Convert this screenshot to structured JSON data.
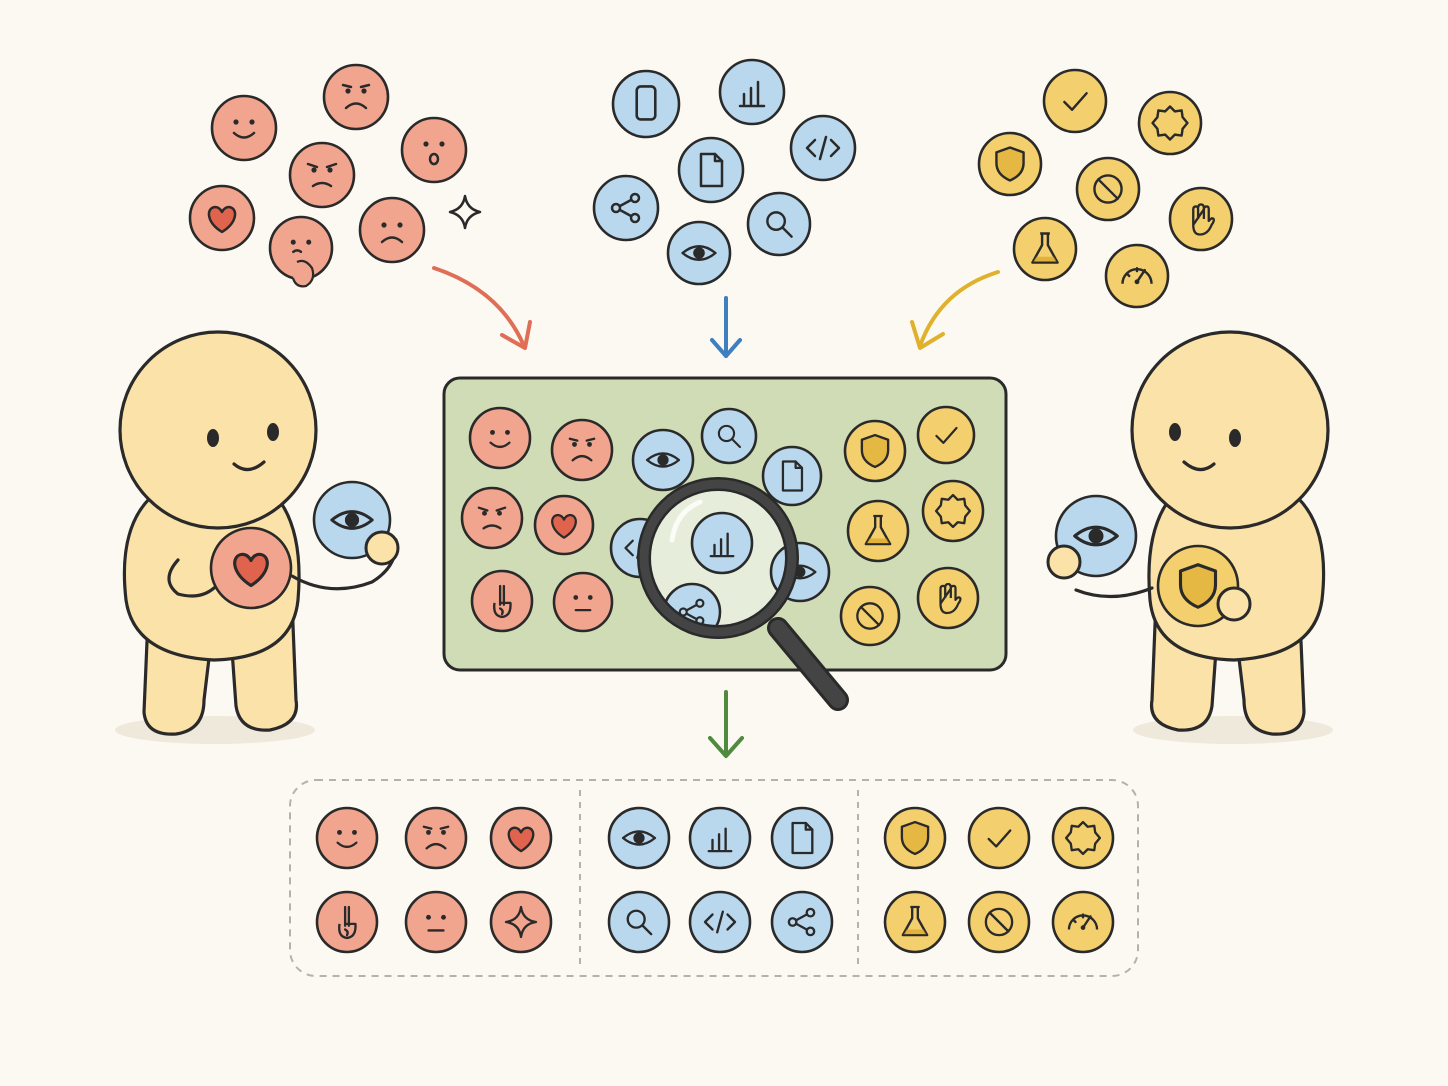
{
  "colors": {
    "background": "#fcf9f2",
    "stroke": "#2a2a2a",
    "emotion": "#f2a58e",
    "emotion_accent": "#e0644d",
    "tech": "#b9d8ee",
    "tech_accent": "#3e7fbf",
    "safety": "#f4cf6e",
    "safety_accent": "#d9a520",
    "board": "#cfdcb6",
    "figure": "#fbe2a8",
    "arrow_emotion": "#e06d55",
    "arrow_tech": "#3e7fbf",
    "arrow_safety": "#e0b12c",
    "arrow_result": "#4f8a3e",
    "lens": "#444444"
  },
  "clusters": {
    "emotion": [
      "smile-face",
      "sad-face",
      "surprised-face",
      "worried-face",
      "heart",
      "thinking-hand-face",
      "sad-face-2",
      "sparkle"
    ],
    "tech": [
      "phone",
      "bar-chart",
      "code",
      "document",
      "share",
      "search",
      "eye"
    ],
    "safety": [
      "check",
      "badge",
      "shield",
      "no-entry",
      "stop-hand",
      "flask",
      "gauge"
    ]
  },
  "board_icons": [
    "smile-face",
    "sad-face",
    "eye",
    "search",
    "document",
    "shield",
    "check",
    "worried-face",
    "heart",
    "bar-chart",
    "flask",
    "badge",
    "hand-gesture",
    "neutral-face",
    "share",
    "no-entry",
    "stop-hand"
  ],
  "result_groups": [
    {
      "name": "emotion",
      "icons": [
        "smile-face",
        "sad-face",
        "heart",
        "hand-gesture",
        "neutral-face",
        "sparkle"
      ]
    },
    {
      "name": "tech",
      "icons": [
        "eye",
        "bar-chart",
        "document",
        "search",
        "code",
        "share"
      ]
    },
    {
      "name": "safety",
      "icons": [
        "shield",
        "check",
        "badge",
        "flask",
        "no-entry",
        "gauge"
      ]
    }
  ],
  "figures": [
    {
      "name": "left-figure",
      "holding": [
        "heart",
        "eye"
      ]
    },
    {
      "name": "right-figure",
      "holding": [
        "eye",
        "shield"
      ]
    }
  ]
}
